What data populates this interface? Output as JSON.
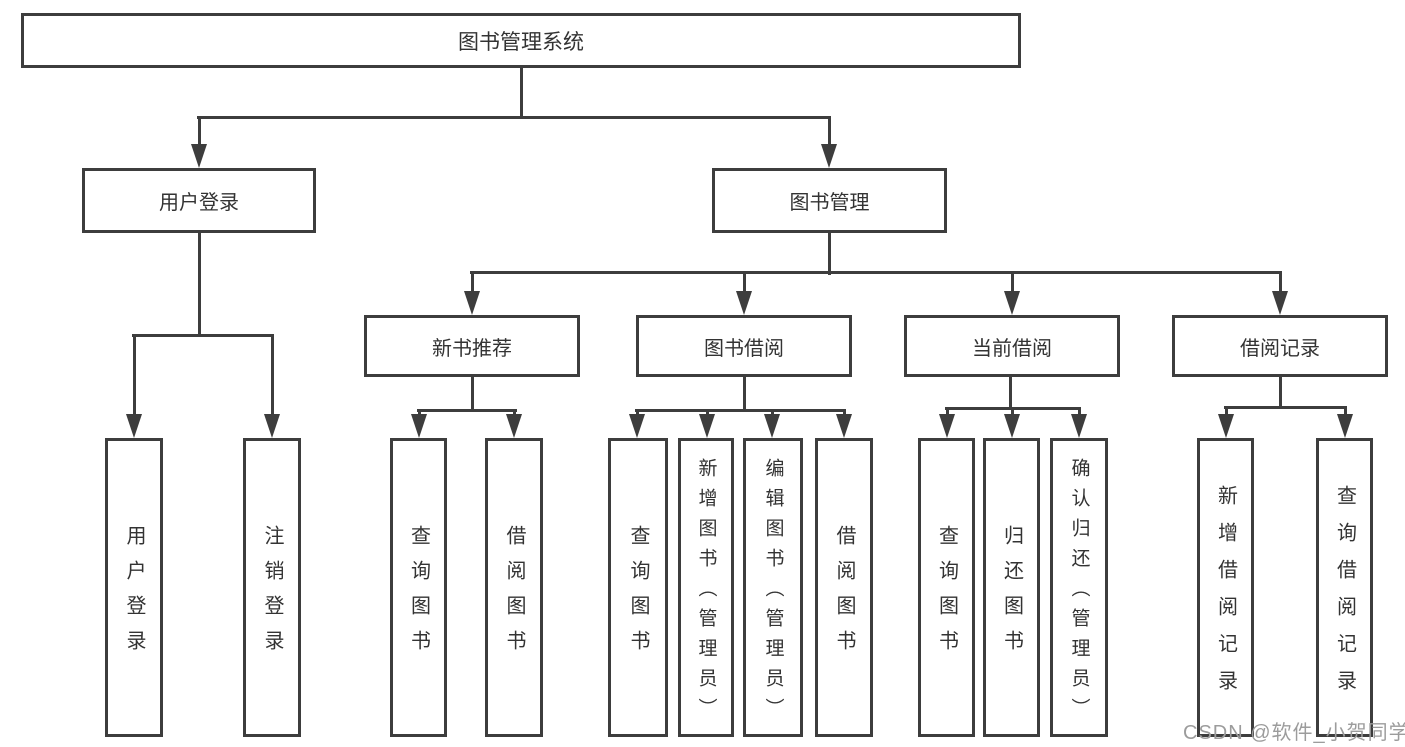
{
  "tree": {
    "root": {
      "label": "图书管理系统",
      "children": [
        {
          "label": "用户登录",
          "children": [
            {
              "label": "用户登录"
            },
            {
              "label": "注销登录"
            }
          ]
        },
        {
          "label": "图书管理",
          "children": [
            {
              "label": "新书推荐",
              "children": [
                {
                  "label": "查询图书"
                },
                {
                  "label": "借阅图书"
                }
              ]
            },
            {
              "label": "图书借阅",
              "children": [
                {
                  "label": "查询图书"
                },
                {
                  "label": "新增图书（管理员）"
                },
                {
                  "label": "编辑图书（管理员）"
                },
                {
                  "label": "借阅图书"
                }
              ]
            },
            {
              "label": "当前借阅",
              "children": [
                {
                  "label": "查询图书"
                },
                {
                  "label": "归还图书"
                },
                {
                  "label": "确认归还（管理员）"
                }
              ]
            },
            {
              "label": "借阅记录",
              "children": [
                {
                  "label": "新增借阅记录"
                },
                {
                  "label": "查询借阅记录"
                }
              ]
            }
          ]
        }
      ]
    }
  },
  "watermark": {
    "text": "CSDN @软件_小贺同学"
  },
  "colors": {
    "line": "#3d3d3d",
    "text": "#333333",
    "background": "#ffffff",
    "watermark": "#9c9c9c"
  }
}
